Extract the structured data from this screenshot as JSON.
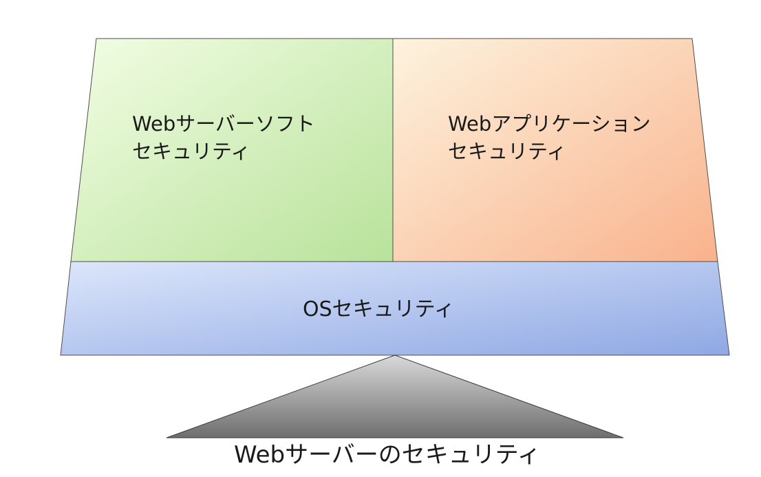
{
  "diagram": {
    "web_server_software_security": {
      "line1": "Webサーバーソフト",
      "line2": "セキュリティ"
    },
    "web_application_security": {
      "line1": "Webアプリケーション",
      "line2": "セキュリティ"
    },
    "os_security": "OSセキュリティ",
    "caption": "Webサーバーのセキュリティ"
  },
  "colors": {
    "green_light": "#f2fde4",
    "green_dark": "#b8e29a",
    "orange_light": "#fdf3de",
    "orange_dark": "#f9b28c",
    "blue_light": "#dce6fb",
    "blue_dark": "#8fa8e4",
    "pedestal_light": "#d9d9d9",
    "pedestal_dark": "#6e6e6e",
    "outline": "#4d4d4d"
  }
}
